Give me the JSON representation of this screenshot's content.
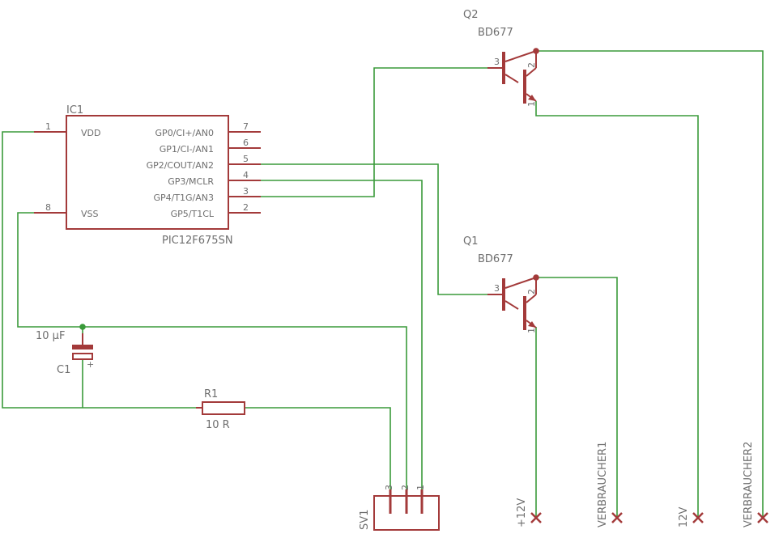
{
  "ic1": {
    "ref": "IC1",
    "value": "PIC12F675SN",
    "pins_left": [
      {
        "num": "1",
        "name": "VDD"
      },
      {
        "num": "8",
        "name": "VSS"
      }
    ],
    "pins_right": [
      {
        "num": "7",
        "name": "GP0/CI+/AN0"
      },
      {
        "num": "6",
        "name": "GP1/CI-/AN1"
      },
      {
        "num": "5",
        "name": "GP2/COUT/AN2"
      },
      {
        "num": "4",
        "name": "GP3/MCLR"
      },
      {
        "num": "3",
        "name": "GP4/T1G/AN3"
      },
      {
        "num": "2",
        "name": "GP5/T1CL"
      }
    ]
  },
  "q1": {
    "ref": "Q1",
    "value": "BD677",
    "pin_b": "3",
    "pin_c": "2",
    "pin_e": "1"
  },
  "q2": {
    "ref": "Q2",
    "value": "BD677",
    "pin_b": "3",
    "pin_c": "2",
    "pin_e": "1"
  },
  "c1": {
    "ref": "C1",
    "value": "10 µF",
    "plus": "+"
  },
  "r1": {
    "ref": "R1",
    "value": "10 R"
  },
  "sv1": {
    "ref": "SV1",
    "pins": [
      "3",
      "2",
      "1"
    ]
  },
  "terminals": [
    {
      "label": "+12V"
    },
    {
      "label": "VERBRAUCHER1"
    },
    {
      "label": "12V"
    },
    {
      "label": "VERBRAUCHER2"
    }
  ],
  "colors": {
    "wire": "#3a9a3a",
    "part": "#a33a3a",
    "text": "#6e6e6e"
  }
}
